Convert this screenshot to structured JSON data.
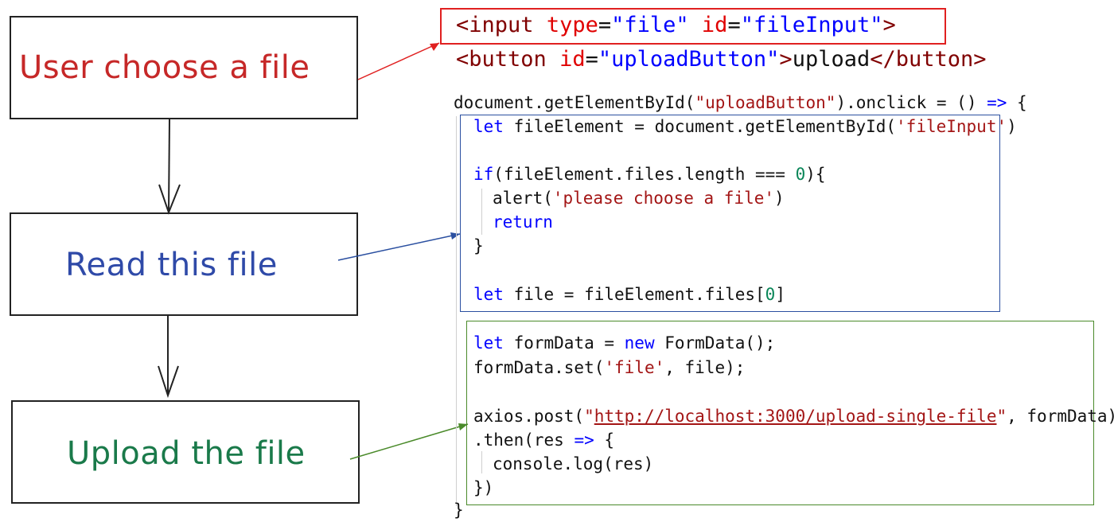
{
  "steps": [
    {
      "label": "User choose a file",
      "color": "#c62828"
    },
    {
      "label": "Read this file",
      "color": "#2f4aa8"
    },
    {
      "label": "Upload the file",
      "color": "#1a7a4a"
    }
  ],
  "html_code": {
    "input_tag": "<input",
    "type_attr": "type",
    "type_value": "\"file\"",
    "id_attr": "id",
    "id_value": "\"fileInput\"",
    "input_close": ">",
    "button_tag": "<button",
    "button_id_attr": "id",
    "button_id_value": "\"uploadButton\"",
    "button_close": ">",
    "button_text": "upload",
    "button_end": "</button>"
  },
  "js_code": {
    "line1_a": "document.getElementById(",
    "line1_str": "\"uploadButton\"",
    "line1_b": ").onclick = () ",
    "line1_arrow": "=>",
    "line1_c": " {",
    "line2_kw": "let",
    "line2_a": " fileElement = document.getElementById(",
    "line2_str": "'fileInput'",
    "line2_b": ")",
    "line3_kw": "if",
    "line3_a": "(fileElement.files.length === ",
    "line3_num": "0",
    "line3_b": "){",
    "line4_a": "alert(",
    "line4_str": "'please choose a file'",
    "line4_b": ")",
    "line5_kw": "return",
    "line6": "}",
    "line7_kw": "let",
    "line7_a": " file = fileElement.files[",
    "line7_num": "0",
    "line7_b": "]",
    "line8_kw": "let",
    "line8_a": " formData = ",
    "line8_new": "new",
    "line8_b": " FormData();",
    "line9_a": "formData.set(",
    "line9_str": "'file'",
    "line9_b": ", file);",
    "line10_a": "axios.post(",
    "line10_q1": "\"",
    "line10_url": "http://localhost:3000/upload-single-file",
    "line10_q2": "\"",
    "line10_b": ", formData)",
    "line11_a": ".then(res ",
    "line11_arrow": "=>",
    "line11_b": " {",
    "line12": "console.log(res)",
    "line13": "})",
    "line14": "}"
  },
  "colors": {
    "red": "#e02020",
    "blue": "#2a4fa0",
    "green": "#4a8a2a"
  }
}
